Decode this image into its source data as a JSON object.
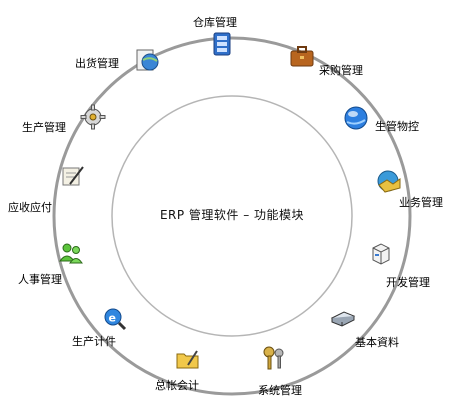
{
  "center_title": "ERP 管理软件 – 功能模块",
  "modules": [
    {
      "label": "仓库管理",
      "icon": "warehouse-icon"
    },
    {
      "label": "采购管理",
      "icon": "briefcase-icon"
    },
    {
      "label": "生管物控",
      "icon": "globe-bubble-icon"
    },
    {
      "label": "业务管理",
      "icon": "handshake-globe-icon"
    },
    {
      "label": "开发管理",
      "icon": "server-box-icon"
    },
    {
      "label": "基本資料",
      "icon": "book-stack-icon"
    },
    {
      "label": "系统管理",
      "icon": "keys-icon"
    },
    {
      "label": "总帐会计",
      "icon": "folder-pen-icon"
    },
    {
      "label": "生产计件",
      "icon": "ie-search-icon"
    },
    {
      "label": "人事管理",
      "icon": "people-icon"
    },
    {
      "label": "应收应付",
      "icon": "scroll-pen-icon"
    },
    {
      "label": "生产管理",
      "icon": "gear-icon"
    },
    {
      "label": "出货管理",
      "icon": "globe-document-icon"
    }
  ]
}
